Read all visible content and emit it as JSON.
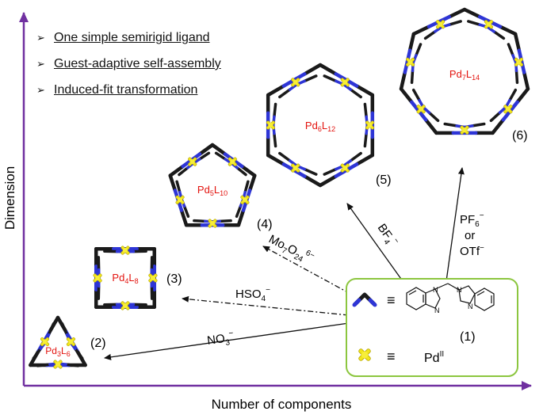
{
  "axes": {
    "x_label": "Number of components",
    "y_label": "Dimension"
  },
  "bullets": [
    {
      "text": "One simple semirigid ligand"
    },
    {
      "text": "Guest-adaptive self-assembly"
    },
    {
      "text": "Induced-fit transformation"
    }
  ],
  "bullet_icon": "arrowhead-bullet-icon",
  "cages": [
    {
      "id": "(2)",
      "formula_base": [
        "Pd",
        "L"
      ],
      "formula_sub": [
        "3",
        "6"
      ]
    },
    {
      "id": "(3)",
      "formula_base": [
        "Pd",
        "L"
      ],
      "formula_sub": [
        "4",
        "8"
      ]
    },
    {
      "id": "(4)",
      "formula_base": [
        "Pd",
        "L"
      ],
      "formula_sub": [
        "5",
        "10"
      ]
    },
    {
      "id": "(5)",
      "formula_base": [
        "Pd",
        "L"
      ],
      "formula_sub": [
        "6",
        "12"
      ]
    },
    {
      "id": "(6)",
      "formula_base": [
        "Pd",
        "L"
      ],
      "formula_sub": [
        "7",
        "14"
      ]
    }
  ],
  "anions": {
    "no3": {
      "base": "NO",
      "sub": "3",
      "sup": "−"
    },
    "hso4": {
      "base": "HSO",
      "sub": "4",
      "sup": "−"
    },
    "mo7o24": {
      "p1": "Mo",
      "s1": "7",
      "p2": "O",
      "s2": "24",
      "sup": "6−"
    },
    "bf4": {
      "base": "BF",
      "sub": "4",
      "sup": "−"
    },
    "pf6": {
      "base": "PF",
      "sub": "6",
      "sup": "−",
      "or": "or",
      "otf": "OTf",
      "otf_sup": "−"
    }
  },
  "legend": {
    "equiv": "≡",
    "ligand_id": "(1)",
    "pd": "Pd",
    "pd_sup": "II",
    "ligand_atoms": [
      "N",
      "N",
      "N",
      "N"
    ]
  },
  "colors": {
    "axis": "#7030a0",
    "label_red": "#e3140f",
    "legend_border": "#8cc63f",
    "ligand_black": "#1a1a1a",
    "ligand_blue": "#2e35d6",
    "pd_yellow": "#f2e61b"
  }
}
